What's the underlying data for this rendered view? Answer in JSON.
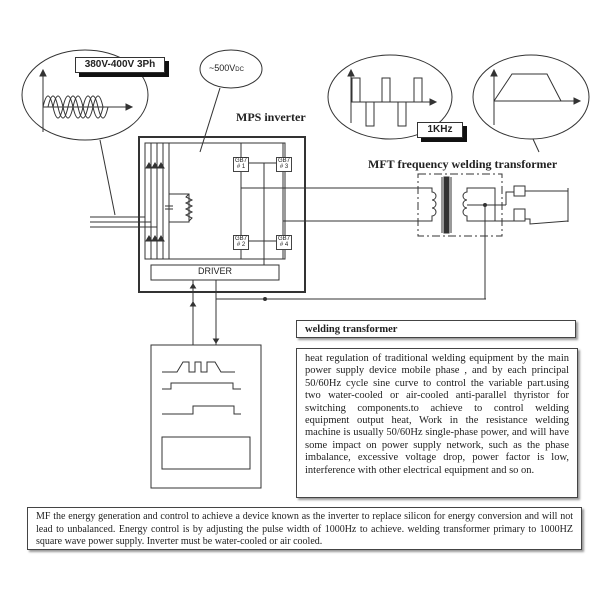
{
  "labels": {
    "supply": "380V-400V 3Ph",
    "dc_voltage": "~500V",
    "dc_sub": "DC",
    "inverter_title": "MPS inverter",
    "frequency": "1KHz",
    "transformer_title": "MFT frequency welding transformer",
    "driver": "DRIVER",
    "igbt": [
      {
        "name": "GB7",
        "num": "# 1"
      },
      {
        "name": "GB7",
        "num": "# 3"
      },
      {
        "name": "GB7",
        "num": "# 2"
      },
      {
        "name": "GB7",
        "num": "# 4"
      }
    ]
  },
  "panel": {
    "heading": "welding transformer",
    "body": "heat regulation of traditional welding equipment by the main power supply device mobile phase , and by each principal 50/60Hz cycle sine curve to control the variable part.using two water-cooled or air-cooled anti-parallel thyristor for switching components.to achieve to control welding equipment output heat, Work in the resistance welding machine is usually 50/60Hz single-phase power, and will have some impact on power supply network, such as the phase imbalance, excessive voltage drop, power factor is low, interference with other electrical equipment and so on."
  },
  "footer": {
    "text": "MF the energy generation and control to achieve a device known as the inverter to replace silicon for energy conversion and will not lead to unbalanced. Energy control is by adjusting the pulse width of 1000Hz to achieve. welding transformer primary to 1000HZ square wave power supply. Inverter must be water-cooled or air cooled."
  }
}
